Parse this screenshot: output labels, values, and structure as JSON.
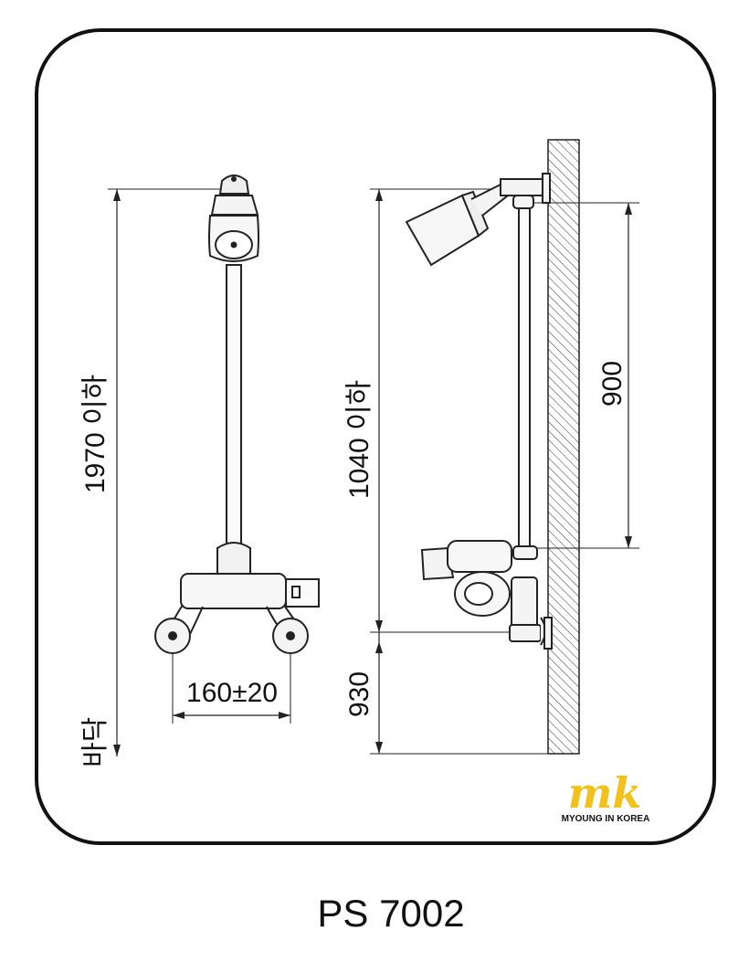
{
  "drawing": {
    "front_view": {
      "total_height_label": "1970 이하",
      "floor_label": "바닥",
      "inlet_spacing_label": "160±20"
    },
    "side_view": {
      "height_label": "1040 이하",
      "bar_span_label": "900",
      "mount_height_label": "930"
    }
  },
  "brand": {
    "logo_mark": "mk",
    "logo_text": "MYOUNG IN KOREA",
    "accent_color": "#F2C21A"
  },
  "model": {
    "name": "PS 7002"
  }
}
